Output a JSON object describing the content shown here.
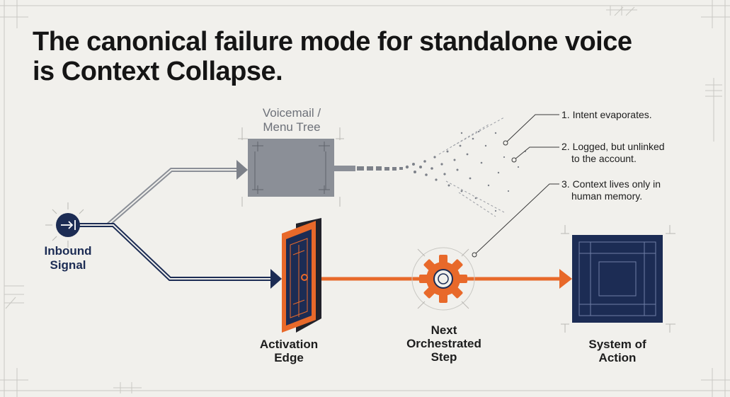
{
  "title": {
    "line1": "The canonical failure mode for standalone voice",
    "line2": "is Context Collapse."
  },
  "nodes": {
    "inbound": {
      "line1": "Inbound",
      "line2": "Signal",
      "icon": "arrow-in-icon"
    },
    "voicemail": {
      "line1": "Voicemail /",
      "line2": "Menu Tree"
    },
    "activation": {
      "line1": "Activation",
      "line2": "Edge"
    },
    "next_step": {
      "line1": "Next",
      "line2": "Orchestrated",
      "line3": "Step",
      "icon": "gear-icon"
    },
    "system": {
      "line1": "System of",
      "line2": "Action"
    }
  },
  "annotations": [
    {
      "line1": "1. Intent evaporates.",
      "line2": ""
    },
    {
      "line1": "2. Logged, but unlinked",
      "line2": "to the account."
    },
    {
      "line1": "3. Context lives only in",
      "line2": "human memory."
    }
  ],
  "colors": {
    "navy": "#1c2c54",
    "orange": "#e8692a",
    "grey": "#8b8f97",
    "background": "#f1f0ec"
  }
}
